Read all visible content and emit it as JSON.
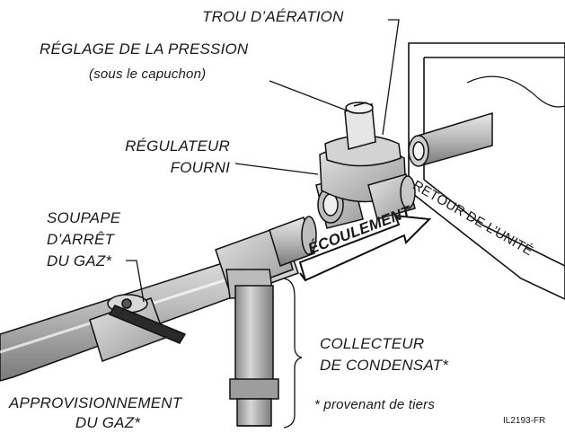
{
  "labels": {
    "vent_hole": "TROU D’AÉRATION",
    "pressure_adjust": "RÉGLAGE DE LA PRESSION",
    "pressure_adjust_note": "(sous le capuchon)",
    "regulator_line1": "RÉGULATEUR",
    "regulator_line2": "FOURNI",
    "shutoff_line1": "SOUPAPE",
    "shutoff_line2": "D’ARRÊT",
    "shutoff_line3": "DU GAZ*",
    "flow": "ÉCOULEMENT",
    "unit_return": "RETOUR DE L’UNITÉ",
    "collector_line1": "COLLECTEUR",
    "collector_line2": "DE CONDENSAT*",
    "third_party_note": "* provenant de tiers",
    "supply_line1": "APPROVISIONNEMENT",
    "supply_line2": "DU GAZ*",
    "figure_code": "IL2193-FR"
  }
}
